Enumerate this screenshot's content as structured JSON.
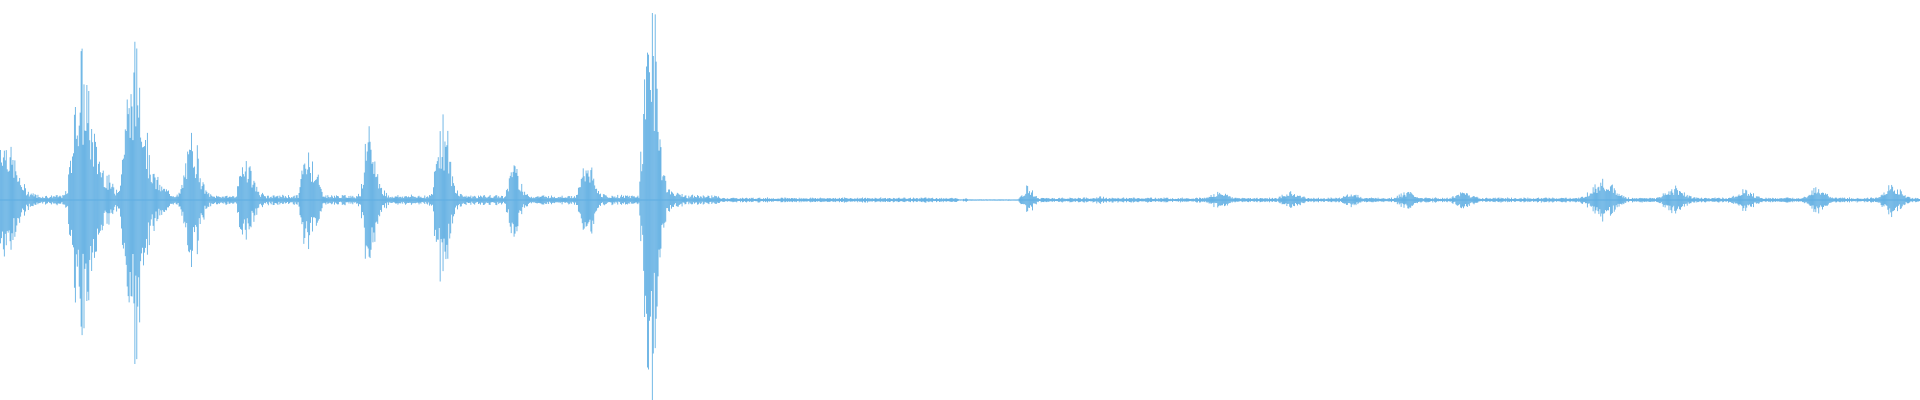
{
  "waveform": {
    "color": "#5dade2",
    "amplitudes": [
      0.3,
      0.3,
      0.24,
      0.18,
      0.1,
      0.06,
      0.04,
      0.03,
      0.02,
      0.02,
      0.02,
      0.02,
      0.02,
      0.02,
      0.05,
      0.35,
      0.55,
      0.6,
      0.52,
      0.35,
      0.25,
      0.18,
      0.12,
      0.08,
      0.05,
      0.1,
      0.4,
      0.55,
      0.62,
      0.66,
      0.4,
      0.22,
      0.12,
      0.08,
      0.06,
      0.04,
      0.03,
      0.02,
      0.08,
      0.22,
      0.3,
      0.24,
      0.1,
      0.04,
      0.02,
      0.02,
      0.02,
      0.02,
      0.02,
      0.02,
      0.12,
      0.22,
      0.16,
      0.08,
      0.04,
      0.02,
      0.02,
      0.02,
      0.02,
      0.02,
      0.02,
      0.02,
      0.02,
      0.16,
      0.22,
      0.2,
      0.12,
      0.04,
      0.02,
      0.02,
      0.02,
      0.02,
      0.02,
      0.02,
      0.02,
      0.04,
      0.22,
      0.3,
      0.2,
      0.08,
      0.04,
      0.02,
      0.02,
      0.02,
      0.02,
      0.02,
      0.02,
      0.02,
      0.02,
      0.02,
      0.03,
      0.3,
      0.38,
      0.3,
      0.12,
      0.05,
      0.03,
      0.02,
      0.02,
      0.02,
      0.02,
      0.02,
      0.02,
      0.02,
      0.02,
      0.02,
      0.1,
      0.2,
      0.12,
      0.05,
      0.02,
      0.02,
      0.02,
      0.02,
      0.02,
      0.02,
      0.02,
      0.02,
      0.02,
      0.02,
      0.02,
      0.1,
      0.2,
      0.16,
      0.06,
      0.03,
      0.02,
      0.02,
      0.02,
      0.02,
      0.02,
      0.02,
      0.02,
      0.02,
      0.45,
      0.85,
      0.88,
      0.5,
      0.16,
      0.06,
      0.04,
      0.03,
      0.03,
      0.02,
      0.02,
      0.02,
      0.02,
      0.02,
      0.02,
      0.02,
      0.01,
      0.01,
      0.01,
      0.01,
      0.01,
      0.01,
      0.01,
      0.01,
      0.01,
      0.01,
      0.01,
      0.01,
      0.01,
      0.01,
      0.01,
      0.01,
      0.01,
      0.01,
      0.01,
      0.01,
      0.01,
      0.01,
      0.01,
      0.01,
      0.01,
      0.01,
      0.01,
      0.01,
      0.01,
      0.01,
      0.01,
      0.01,
      0.01,
      0.01,
      0.01,
      0.01,
      0.01,
      0.01,
      0.01,
      0.01,
      0.01,
      0.01,
      0.01,
      0.01,
      0.01,
      0.01,
      0.01,
      0.01,
      0.01,
      0.01,
      0.0,
      0.01,
      0.0,
      0.0,
      0.0,
      0.0,
      0.0,
      0.0,
      0.0,
      0.0,
      0.0,
      0.0,
      0.0,
      0.03,
      0.06,
      0.04,
      0.01,
      0.01,
      0.01,
      0.01,
      0.01,
      0.01,
      0.01,
      0.01,
      0.01,
      0.01,
      0.01,
      0.01,
      0.01,
      0.02,
      0.01,
      0.01,
      0.01,
      0.01,
      0.01,
      0.01,
      0.01,
      0.01,
      0.01,
      0.01,
      0.01,
      0.01,
      0.01,
      0.01,
      0.01,
      0.01,
      0.01,
      0.01,
      0.01,
      0.01,
      0.01,
      0.01,
      0.02,
      0.03,
      0.04,
      0.03,
      0.02,
      0.01,
      0.01,
      0.01,
      0.01,
      0.01,
      0.01,
      0.01,
      0.01,
      0.01,
      0.01,
      0.02,
      0.03,
      0.04,
      0.03,
      0.02,
      0.01,
      0.01,
      0.01,
      0.01,
      0.01,
      0.01,
      0.01,
      0.01,
      0.02,
      0.03,
      0.03,
      0.02,
      0.01,
      0.01,
      0.01,
      0.01,
      0.01,
      0.01,
      0.01,
      0.02,
      0.03,
      0.04,
      0.03,
      0.02,
      0.01,
      0.01,
      0.01,
      0.01,
      0.01,
      0.01,
      0.01,
      0.02,
      0.03,
      0.04,
      0.03,
      0.02,
      0.01,
      0.01,
      0.01,
      0.01,
      0.01,
      0.01,
      0.01,
      0.01,
      0.01,
      0.01,
      0.01,
      0.01,
      0.01,
      0.01,
      0.01,
      0.01,
      0.01,
      0.01,
      0.01,
      0.01,
      0.01,
      0.01,
      0.02,
      0.04,
      0.06,
      0.09,
      0.1,
      0.08,
      0.06,
      0.03,
      0.02,
      0.01,
      0.01,
      0.01,
      0.01,
      0.01,
      0.01,
      0.01,
      0.02,
      0.04,
      0.05,
      0.06,
      0.05,
      0.03,
      0.02,
      0.01,
      0.01,
      0.01,
      0.01,
      0.01,
      0.01,
      0.01,
      0.01,
      0.02,
      0.03,
      0.05,
      0.04,
      0.03,
      0.02,
      0.01,
      0.01,
      0.01,
      0.01,
      0.01,
      0.01,
      0.01,
      0.01,
      0.01,
      0.02,
      0.04,
      0.06,
      0.05,
      0.03,
      0.02,
      0.01,
      0.01,
      0.01,
      0.01,
      0.01,
      0.01,
      0.01,
      0.01,
      0.01,
      0.01,
      0.03,
      0.05,
      0.07,
      0.06,
      0.04,
      0.02,
      0.01,
      0.01
    ]
  }
}
